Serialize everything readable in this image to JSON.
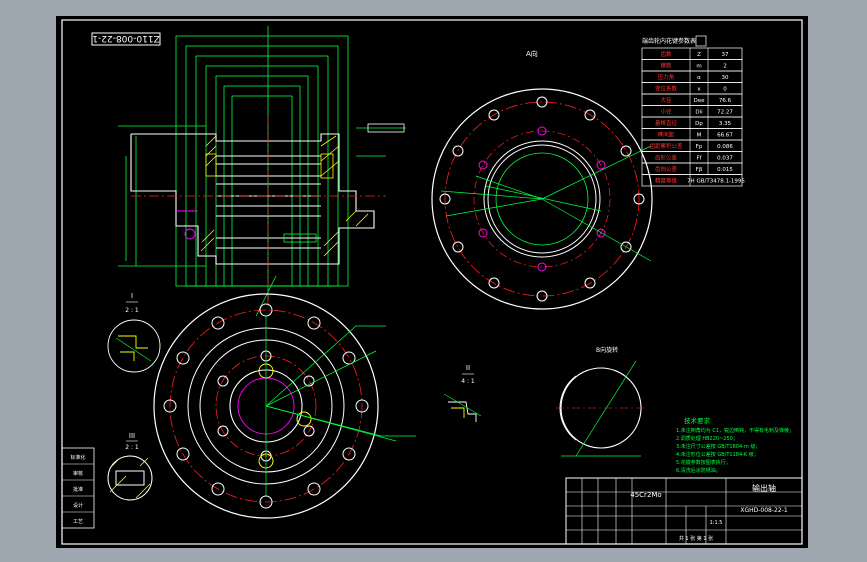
{
  "drawing_number_rotated": "Z110-008-22-1",
  "param_table": {
    "title": "端齿轮内花键参数表",
    "rows": [
      {
        "name": "齿数",
        "sym": "Z",
        "val": "37"
      },
      {
        "name": "模数",
        "sym": "m",
        "val": "2"
      },
      {
        "name": "压力角",
        "sym": "α",
        "val": "30"
      },
      {
        "name": "变位系数",
        "sym": "x",
        "val": "0"
      },
      {
        "name": "大径",
        "sym": "Dee",
        "val": "76.6"
      },
      {
        "name": "小径",
        "sym": "Dii",
        "val": "72.27"
      },
      {
        "name": "量棒直径",
        "sym": "Dp",
        "val": "3.35"
      },
      {
        "name": "棒间距",
        "sym": "M",
        "val": "66.67"
      },
      {
        "name": "齿距累积公差",
        "sym": "Fp",
        "val": "0.086"
      },
      {
        "name": "齿形公差",
        "sym": "Ff",
        "val": "0.037"
      },
      {
        "name": "齿向公差",
        "sym": "Fβ",
        "val": "0.015"
      },
      {
        "name": "精度等级",
        "sym": "",
        "val": "7H GB/T3478.1-1995"
      }
    ]
  },
  "views": {
    "section_I_label": "I",
    "section_I_scale": "2 : 1",
    "section_II_label": "II",
    "section_II_scale": "4 : 1",
    "section_III_label": "III",
    "section_III_scale": "2 : 1",
    "view_a_label": "A向",
    "view_b_label": "B向旋转"
  },
  "tech_notes": {
    "title": "技术要求",
    "lines": [
      "1.未注倒角均为 C1，锐边倒钝，不得有毛刺及锋棱；",
      "2.调质处理 HB220~250；",
      "3.未注尺寸公差按 GB/T1804-m 级；",
      "4.未注形位公差按 GB/T1184-K 级；",
      "5.花键参数按图表执行；",
      "6.清洗后涂防锈油。"
    ]
  },
  "title_block": {
    "material": "45Cr2Mo",
    "part_name": "输出轴",
    "drawing_no": "XGHD-008-22-1",
    "scale": "1:1.5",
    "sheet": "共 1 张 第 1 张",
    "left_box": [
      "标准化",
      "审核",
      "批准",
      "设计",
      "工艺"
    ]
  },
  "colors": {
    "background": "#000000",
    "outline": "#ffffff",
    "dimension": "#00ff40",
    "centerline": "#ff2020",
    "hatch": "#ffff00",
    "highlight": "#ff00ff",
    "frame": "#9ea6b0"
  }
}
